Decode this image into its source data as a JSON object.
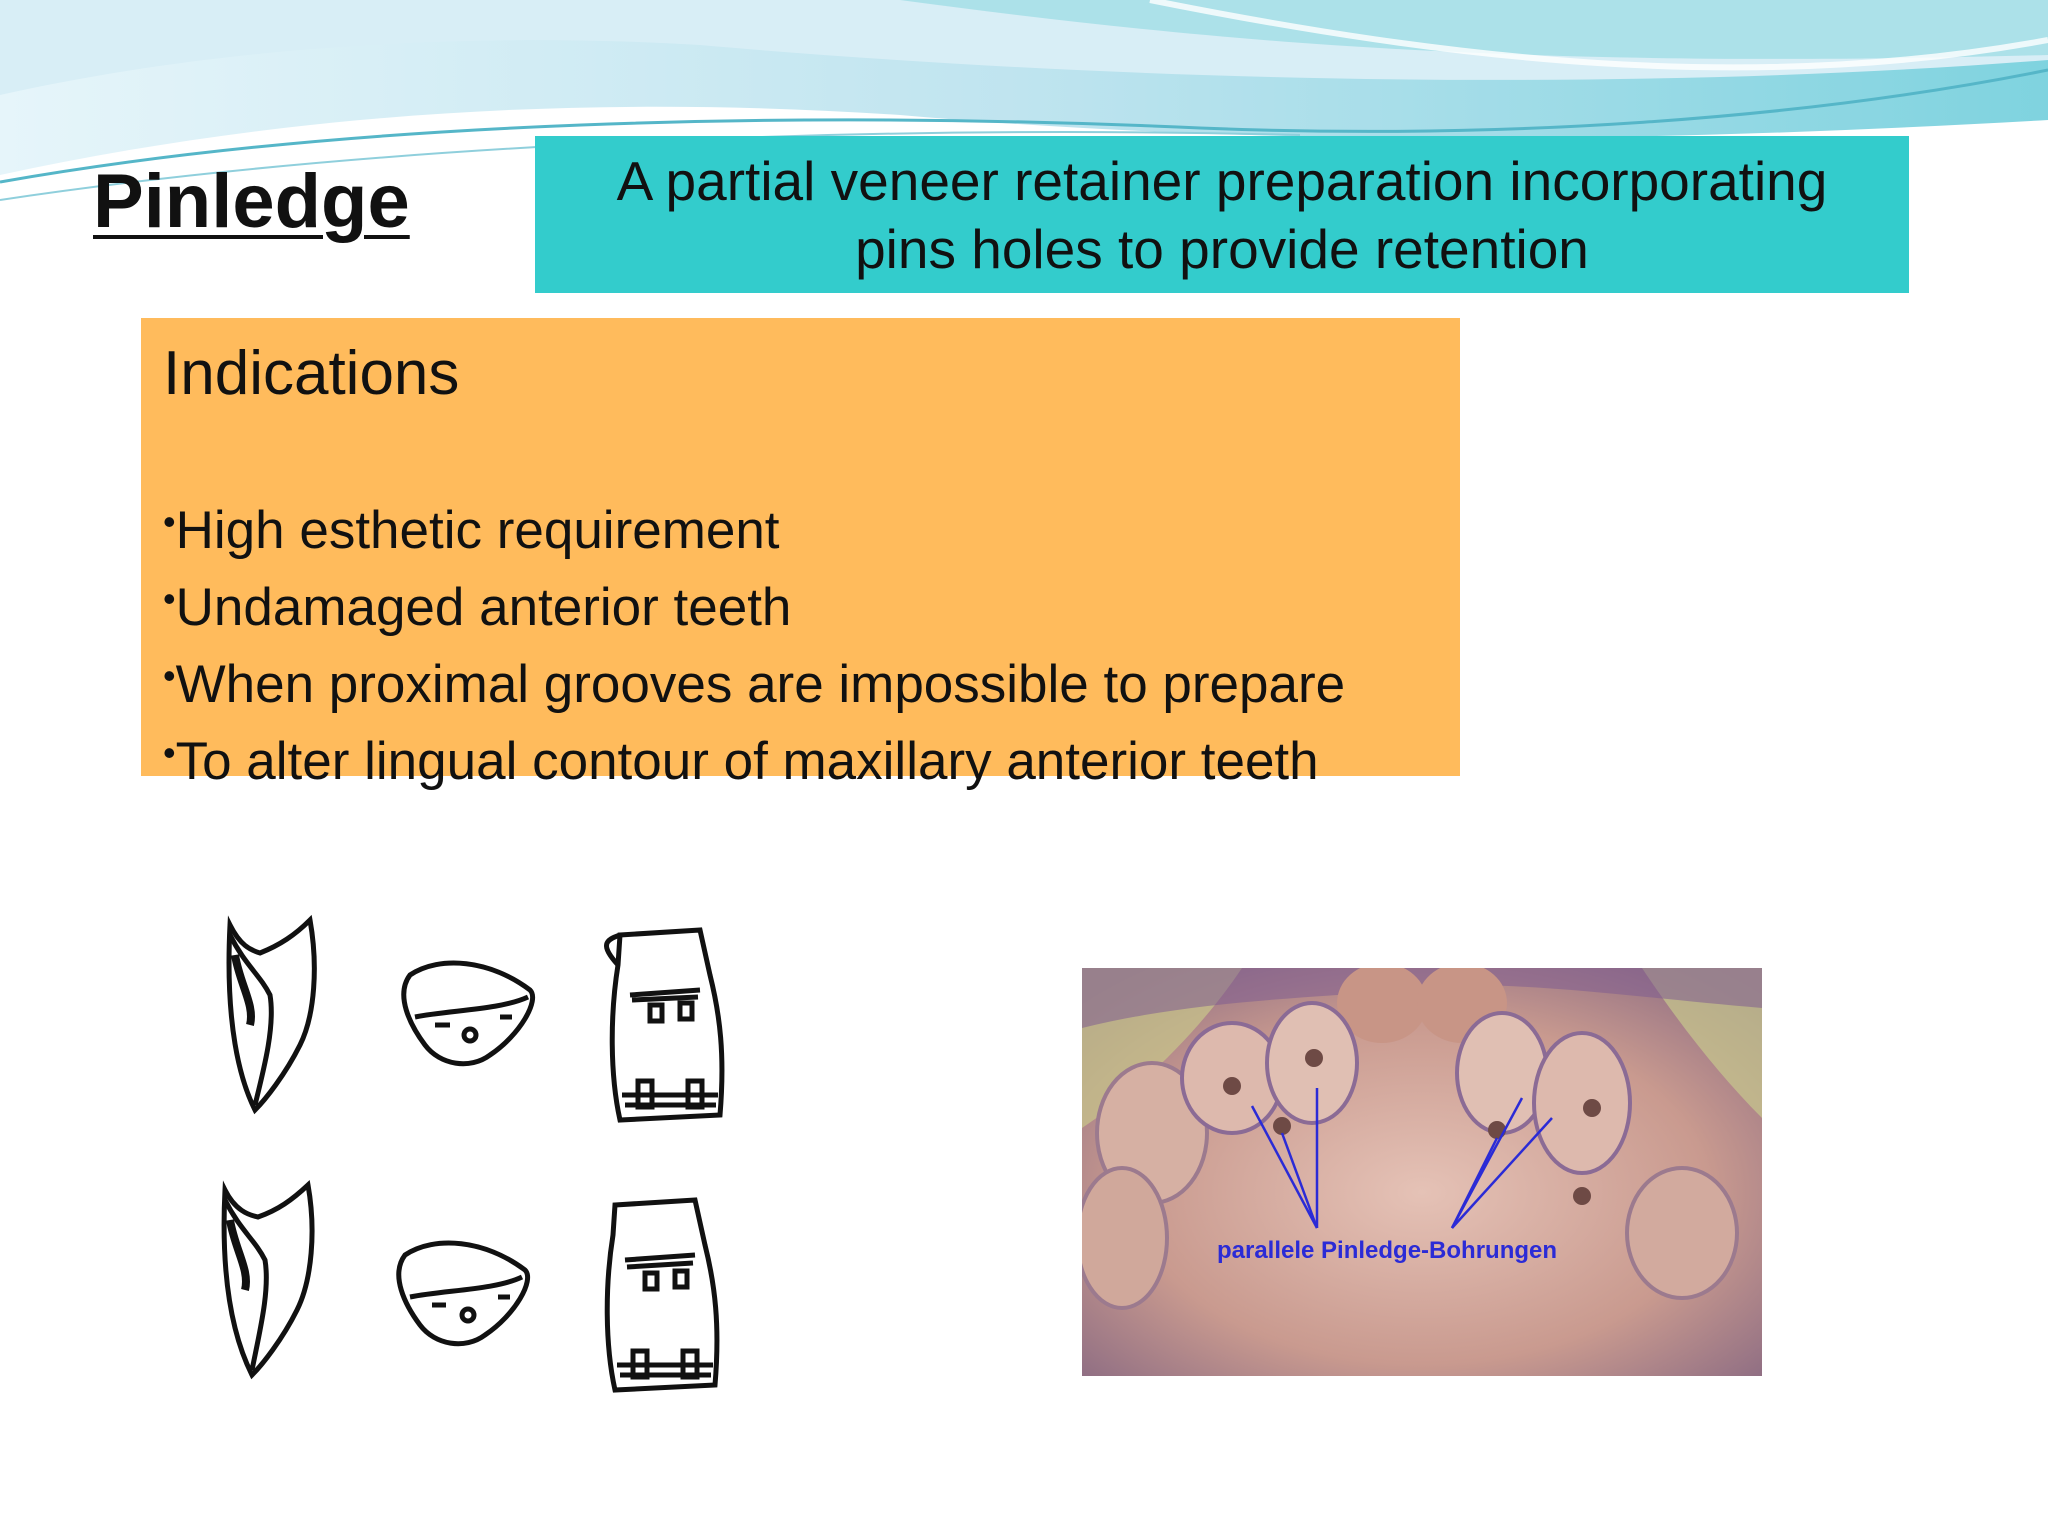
{
  "slide": {
    "title": "Pinledge",
    "definition_line1": "A partial veneer retainer preparation incorporating",
    "definition_line2": "pins holes to provide retention",
    "indications_heading": "Indications",
    "indications": [
      "High esthetic requirement",
      "Undamaged anterior teeth",
      "When proximal grooves are impossible to prepare",
      "To alter lingual contour of maxillary anterior teeth"
    ],
    "photo_caption": "parallele Pinledge-Bohrungen"
  },
  "colors": {
    "definition_box": "#33cccc",
    "indications_box": "#ffbb5c",
    "caption": "#2b2bd6"
  }
}
